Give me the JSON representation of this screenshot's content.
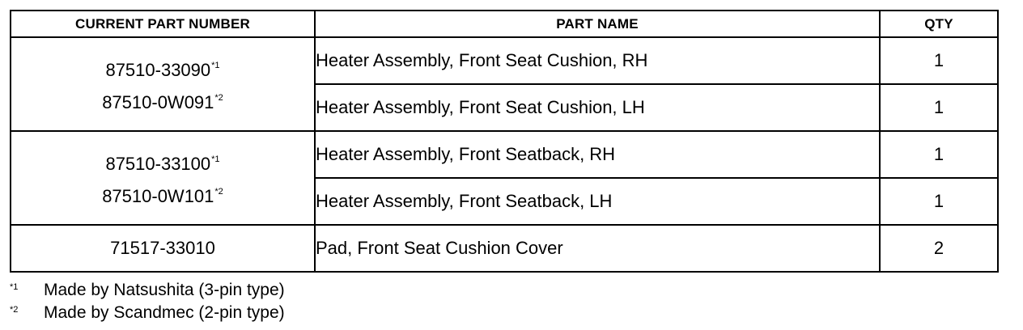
{
  "table": {
    "headers": {
      "part_number": "CURRENT PART NUMBER",
      "part_name": "PART NAME",
      "qty": "QTY"
    },
    "groups": [
      {
        "part_numbers": [
          {
            "number": "87510-33090",
            "note": "*1"
          },
          {
            "number": "87510-0W091",
            "note": "*2"
          }
        ],
        "rows": [
          {
            "name": "Heater Assembly, Front Seat Cushion, RH",
            "qty": "1"
          },
          {
            "name": "Heater Assembly, Front Seat Cushion, LH",
            "qty": "1"
          }
        ]
      },
      {
        "part_numbers": [
          {
            "number": "87510-33100",
            "note": "*1"
          },
          {
            "number": "87510-0W101",
            "note": "*2"
          }
        ],
        "rows": [
          {
            "name": "Heater Assembly, Front Seatback, RH",
            "qty": "1"
          },
          {
            "name": "Heater Assembly, Front Seatback, LH",
            "qty": "1"
          }
        ]
      },
      {
        "part_numbers": [
          {
            "number": "71517-33010",
            "note": ""
          }
        ],
        "rows": [
          {
            "name": "Pad, Front Seat Cushion Cover",
            "qty": "2"
          }
        ]
      }
    ]
  },
  "footnotes": [
    {
      "mark": "*1",
      "text": "Made by Natsushita (3-pin type)"
    },
    {
      "mark": "*2",
      "text": "Made by Scandmec (2-pin type)"
    }
  ]
}
